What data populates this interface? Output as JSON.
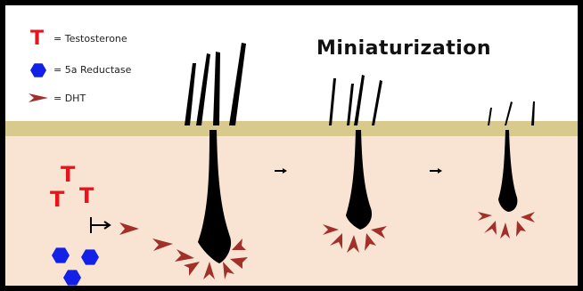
{
  "title": "Miniaturization",
  "legend": {
    "testosterone": {
      "symbol": "T",
      "label": "= Testosterone"
    },
    "reductase": {
      "label": "= 5a Reductase"
    },
    "dht": {
      "label": "= DHT"
    }
  },
  "colors": {
    "testosterone": "#e8141b",
    "reductase": "#1320e8",
    "dht": "#a2302a",
    "skin": "#f9e3d3",
    "scalp_band": "#d8c98d",
    "hair": "#000000"
  },
  "stages": [
    "terminal-follicle",
    "intermediate-follicle",
    "miniaturized-follicle"
  ],
  "icons": [
    "arrow-right-icon",
    "conversion-arrow-icon",
    "enzyme-hexagon-icon",
    "dht-chevron-icon"
  ]
}
